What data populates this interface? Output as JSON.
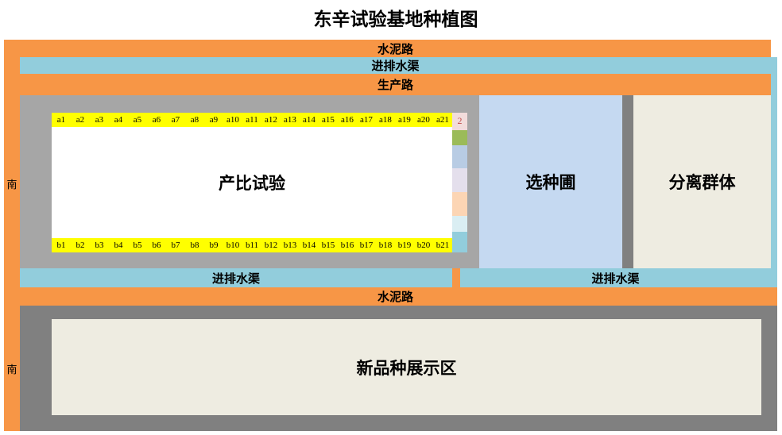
{
  "title": "东辛试验基地种植图",
  "roads": {
    "top_road_label": "水泥路",
    "top_canal_label": "进排水渠",
    "production_road_label": "生产路",
    "lower_canal_left_label": "进排水渠",
    "lower_canal_right_label": "进排水渠",
    "middle_road_label": "水泥路"
  },
  "side_labels": {
    "upper": "南",
    "lower": "南"
  },
  "yield_trial": {
    "label": "产比试验",
    "row_a": [
      "a1",
      "a2",
      "a3",
      "a4",
      "a5",
      "a6",
      "a7",
      "a8",
      "a9",
      "a10",
      "a11",
      "a12",
      "a13",
      "a14",
      "a15",
      "a16",
      "a17",
      "a18",
      "a19",
      "a20",
      "a21"
    ],
    "row_b": [
      "b1",
      "b2",
      "b3",
      "b4",
      "b5",
      "b6",
      "b7",
      "b8",
      "b9",
      "b10",
      "b11",
      "b12",
      "b13",
      "b14",
      "b15",
      "b16",
      "b17",
      "b18",
      "b19",
      "b20",
      "b21"
    ],
    "legend_top_number": "2",
    "legend_colors": [
      "#F2DCDB",
      "#9BBB59",
      "#B8CCE4",
      "#E4DFEC",
      "#FCD5B4",
      "#DAEEF3",
      "#92CDDC"
    ]
  },
  "selection_nursery": {
    "label": "选种圃"
  },
  "segregating_population": {
    "label": "分离群体"
  },
  "new_variety_display": {
    "label": "新品种展示区"
  },
  "colors": {
    "road": "#F79646",
    "canal": "#92CDDC",
    "trial_frame": "#A6A6A6",
    "plot_label_row": "#FFFF00",
    "selection_nursery": "#C5D9F1",
    "separator": "#808080",
    "segregating_population": "#EEECE1",
    "display_frame": "#808080",
    "display_area": "#EEECE1",
    "legend_number": "#C0504D"
  }
}
